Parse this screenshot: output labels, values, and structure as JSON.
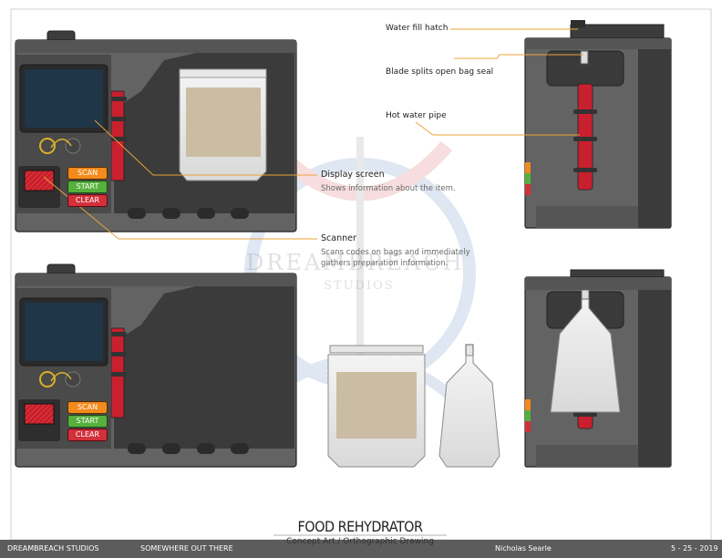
{
  "callouts": {
    "water_fill_hatch": "Water fill hatch",
    "blade": "Blade splits open bag seal",
    "hot_water_pipe": "Hot water pipe",
    "display_screen": "Display screen",
    "display_screen_desc": "Shows information about the item.",
    "scanner": "Scanner",
    "scanner_desc_line1": "Scans codes on bags and immediately",
    "scanner_desc_line2": "gathers preparation information."
  },
  "buttons": {
    "scan": "SCAN",
    "start": "START",
    "clear": "CLEAR"
  },
  "watermark": {
    "line1": "DREAMBREACH",
    "line2": "STUDIOS"
  },
  "footer": {
    "title": "FOOD REHYDRATOR",
    "subtitle": "Concept Art / Orthographic Drawing",
    "studio": "DREAMBREACH STUDIOS",
    "project": "SOMEWHERE OUT THERE",
    "author": "Nicholas Searle",
    "date": "5 - 25 - 2019"
  },
  "colors": {
    "body": "#636363",
    "dark_panel": "#3c3c3c",
    "pipe_red": "#c8202e",
    "callout_line": "#e8a33a",
    "scan": "#f28a1c",
    "start": "#55b03c",
    "clear": "#d2303a",
    "screen": "#1f3548",
    "bag_fill": "#cbbca4"
  }
}
